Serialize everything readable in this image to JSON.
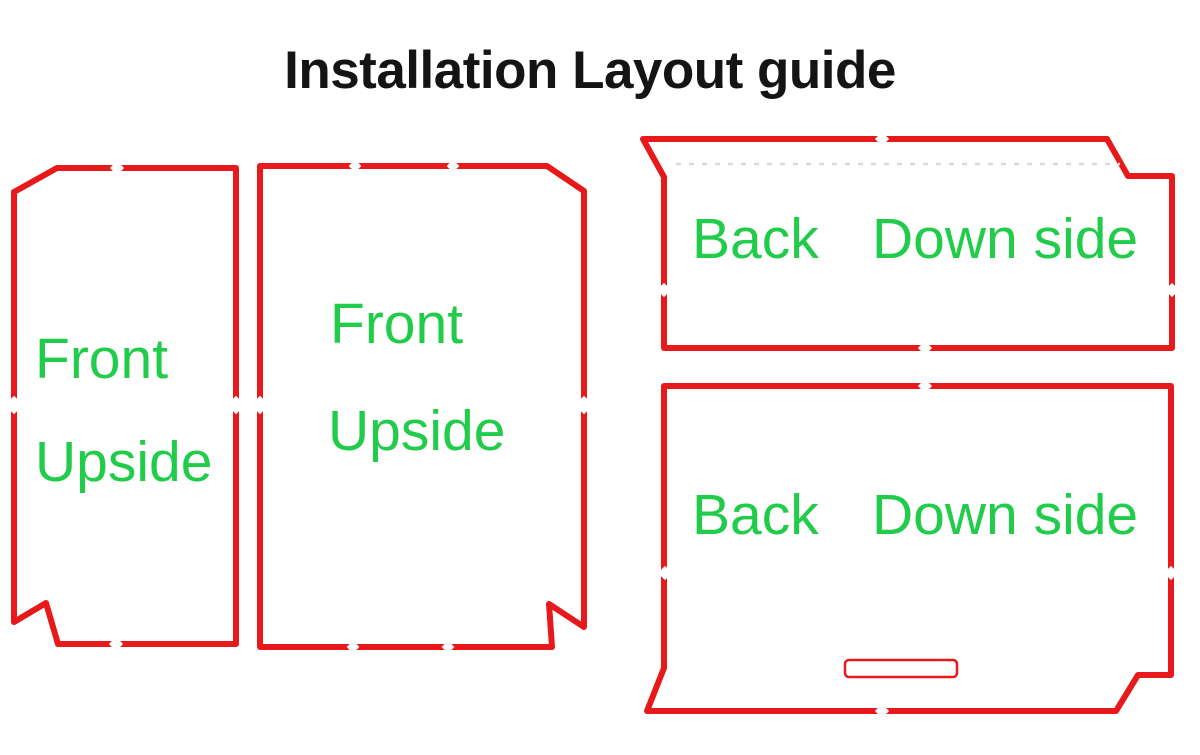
{
  "title": "Installation Layout guide",
  "colors": {
    "background": "#ffffff",
    "outline": "#e8191b",
    "label": "#22cc4b",
    "title": "#141414",
    "dash": "#d9d9d9"
  },
  "panels": [
    {
      "id": "front-mat-left",
      "word1": "Front",
      "word2": "Upside"
    },
    {
      "id": "front-mat-center",
      "word1": "Front",
      "word2": "Upside"
    },
    {
      "id": "back-mat-top",
      "word1": "Back",
      "word2": "Down side"
    },
    {
      "id": "back-mat-bottom",
      "word1": "Back",
      "word2": "Down side"
    }
  ]
}
